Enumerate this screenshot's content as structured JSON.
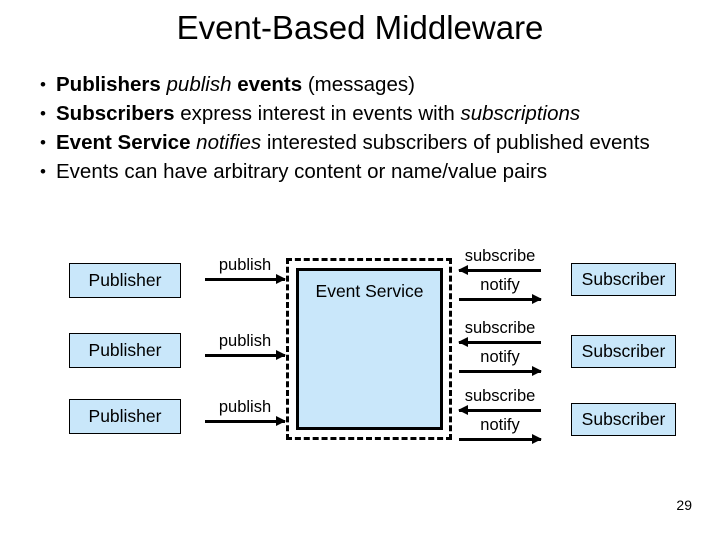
{
  "slide": {
    "title": "Event-Based Middleware",
    "page_number": "29",
    "background_color": "#ffffff",
    "accent_fill": "#c9e7fa",
    "line_color": "#000000"
  },
  "bullets": [
    {
      "marker": "•",
      "segments": [
        {
          "text": "Publishers ",
          "style": "bold"
        },
        {
          "text": "publish ",
          "style": "italic"
        },
        {
          "text": "events",
          "style": "bold"
        },
        {
          "text": " (messages)",
          "style": "normal"
        }
      ],
      "plain": "Publishers publish events (messages)"
    },
    {
      "marker": "•",
      "segments": [
        {
          "text": "Subscribers",
          "style": "bold"
        },
        {
          "text": " express interest in events with ",
          "style": "normal"
        },
        {
          "text": "subscriptions",
          "style": "italic"
        }
      ],
      "plain": "Subscribers express interest in events with subscriptions"
    },
    {
      "marker": "•",
      "segments": [
        {
          "text": "Event Service ",
          "style": "bold"
        },
        {
          "text": "notifies",
          "style": "italic"
        },
        {
          "text": " interested subscribers of published events",
          "style": "normal"
        }
      ],
      "plain": "Event Service notifies interested subscribers of published events"
    },
    {
      "marker": "•",
      "segments": [
        {
          "text": "Events can have arbitrary content or name/value pairs",
          "style": "normal"
        }
      ],
      "plain": "Events can have arbitrary content or name/value pairs"
    }
  ],
  "diagram": {
    "publishers": [
      {
        "label": "Publisher",
        "flow_label": "publish",
        "flow_direction": "right"
      },
      {
        "label": "Publisher",
        "flow_label": "publish",
        "flow_direction": "right"
      },
      {
        "label": "Publisher",
        "flow_label": "publish",
        "flow_direction": "right"
      }
    ],
    "event_service": {
      "label": "Event Service",
      "fill": "#c9e7fa",
      "border_style": "solid",
      "outer_border_style": "dashed"
    },
    "subscribers": [
      {
        "label": "Subscriber",
        "subscribe_label": "subscribe",
        "subscribe_direction": "left",
        "notify_label": "notify",
        "notify_direction": "right"
      },
      {
        "label": "Subscriber",
        "subscribe_label": "subscribe",
        "subscribe_direction": "left",
        "notify_label": "notify",
        "notify_direction": "right"
      },
      {
        "label": "Subscriber",
        "subscribe_label": "subscribe",
        "subscribe_direction": "left",
        "notify_label": "notify",
        "notify_direction": "right"
      }
    ]
  }
}
